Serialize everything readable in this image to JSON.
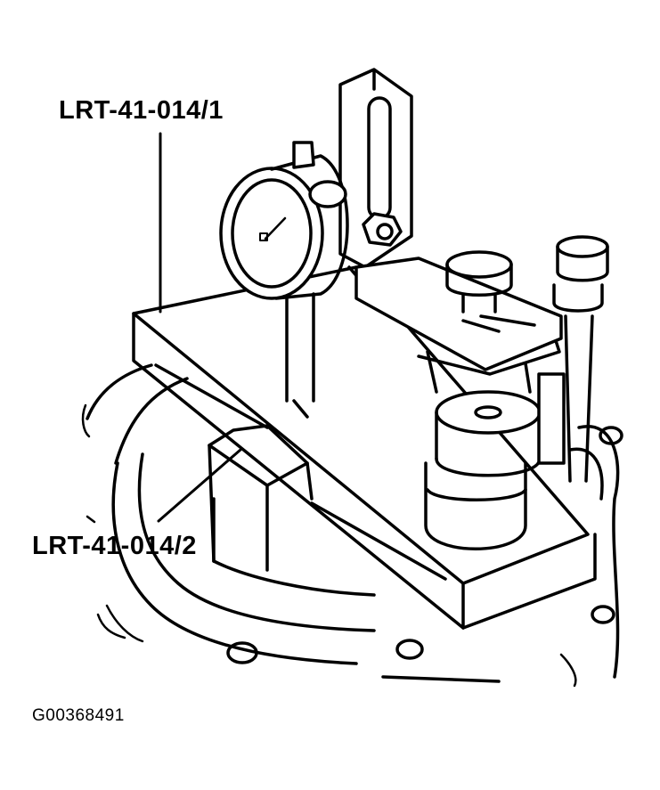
{
  "callouts": {
    "tool_1": "LRT-41-014/1",
    "tool_2": "LRT-41-014/2"
  },
  "figure_id": "G00368491",
  "icons": [
    "dial-gauge-icon",
    "clamp-knob-icon",
    "setting-block-icon"
  ],
  "colors": {
    "line": "#000000",
    "background": "#ffffff"
  }
}
